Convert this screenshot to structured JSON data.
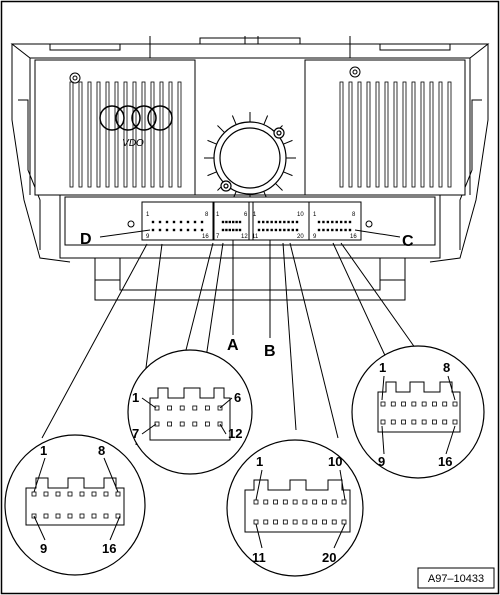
{
  "figure_id": "A97–10433",
  "connector_letters": {
    "a": "A",
    "b": "B",
    "c": "C",
    "d": "D"
  },
  "cluster_logo": "VDO",
  "header_pins": {
    "d": {
      "p1": "1",
      "p8": "8",
      "p9": "9",
      "p16": "16"
    },
    "a": {
      "p1": "1",
      "p6": "6",
      "p7": "7",
      "p12": "12"
    },
    "b": {
      "p1": "1",
      "p10": "10",
      "p11": "11",
      "p20": "20"
    },
    "c": {
      "p1": "1",
      "p8": "8",
      "p9": "9",
      "p16": "16"
    }
  },
  "callouts": {
    "d": {
      "tl": "1",
      "tr": "8",
      "bl": "9",
      "br": "16"
    },
    "a": {
      "tl": "1",
      "tr": "6",
      "bl": "7",
      "br": "12"
    },
    "b": {
      "tl": "1",
      "tr": "10",
      "bl": "11",
      "br": "20"
    },
    "c": {
      "tl": "1",
      "tr": "8",
      "bl": "9",
      "br": "16"
    }
  }
}
